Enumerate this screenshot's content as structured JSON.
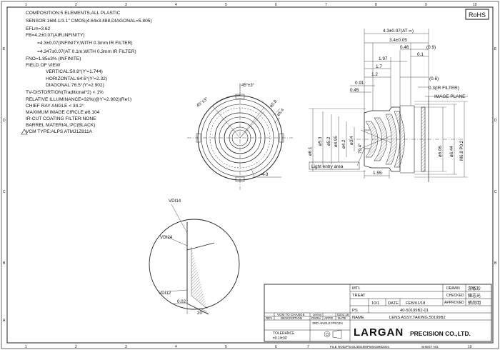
{
  "border": {
    "cols": [
      "1",
      "2",
      "3",
      "4",
      "5",
      "6",
      "7",
      "8",
      "9",
      "10"
    ],
    "rows": [
      "A",
      "B",
      "C",
      "D",
      "E"
    ]
  },
  "rohs": "RoHS",
  "specs": [
    "COMPOSITION:5 ELEMENTS,ALL PLASTIC",
    "SENSOR:16M-1/3.1\" CMOS(4.64x3.488,DIAGONAL=5.805)",
    "EFLm=3.62",
    "FB=4.2±0.07(AIR,INFINITY)",
    "=4.3±0.07(INFINITY,WITH 0.3mm IR FILTER)",
    "=4.347±0.07(AT 0.1m,WITH 0.3mm IR FILTER)",
    "FNO=1.85±3% (INFINITE)",
    "FIELD OF VIEW",
    "VERTICAL:50.8°(Y'=1.744)",
    "HORIZONTAL:64.6°(Y'=2.32)",
    "DIAGONAL:76.5°(Y'=2.902)",
    "TV-DISTORTION(Traditional*2) < 1%",
    "RELATIVE ILLUMINANCE=32%(@Y'=2.902)(Ref.)",
    "CHIEF RAY ANGLE < 34.2°",
    "MAXIMUM IMAGE CIRCLE:ø6.104",
    "IR-CUT COATING FILTER:NONE",
    "BARREL MATERIAL:PC(BLACK)",
    "VCM TYPE:ALPS ATMJ1Z811A"
  ],
  "front": {
    "dim_top": "45°±3°",
    "dim_left": "45°±3°",
    "dim_d58": "ø5.8",
    "dim_d54": "ø5.4",
    "dim_bottom": "4-3"
  },
  "side": {
    "top_dims": [
      "4.3±0.07(AT ∞)",
      "3.4±0.05",
      "0.46",
      "0.1",
      "1.97",
      "1.7",
      "1.2",
      "0.91",
      "0.45"
    ],
    "right_paren": [
      "(0.9)",
      "(0.6)"
    ],
    "ir_filter": "0.3(IR FILTER)",
    "image_plane": "IMAGE PLANE",
    "left_diams": [
      "ø6.1",
      "ø5.3",
      "ø5.2",
      "ø4.95",
      "ø4.2",
      "ø3.4",
      "79.4°"
    ],
    "right_diams": [
      "ø6.06",
      "ø6.44",
      "M6.8 P0.2"
    ],
    "light_area": "Light entry area",
    "bottom_dim": "1.55"
  },
  "detail": {
    "vd14": "VDI14",
    "vd24": "VDI24",
    "vd12": "VDI12",
    "dim_002": "0.02",
    "dim_20": "20°"
  },
  "title_block": {
    "mtl_label": "MTL",
    "treat_label": "TREAT",
    "name_label": "NAME",
    "scale": "10/1",
    "date_label": "DATE",
    "date": "FEB/01/18",
    "ps": "PS",
    "part_no": "40-50199B2-01",
    "title": "LENS ASSY,TAKING,50199B2",
    "drawn_label": "DRAWN",
    "checked_label": "CHECKED",
    "approved_label": "APPROVED",
    "stamps": [
      "游敏珍",
      "陳志光",
      "張尚明"
    ],
    "rev_note": "VCM TO CHANGE",
    "rev_by": "Jenny",
    "rev_date": "0201'18",
    "rev_head": [
      "REV",
      "DESCRIPTION",
      "DSGN",
      "APPD",
      "DATE"
    ],
    "angle_label": "3RD ANGLE PROJN",
    "tolerance_label": "TOLERANCE",
    "tolerance_value": "±0.1/±30'",
    "company_logo": "LARGAN",
    "company_suffix": "PRECISION CO.,LTD.",
    "file_label": "FILE NO.",
    "file_value": "\\DP\\GOL\\50199\\P50019982001",
    "sheet_label": "SHEET NO."
  }
}
